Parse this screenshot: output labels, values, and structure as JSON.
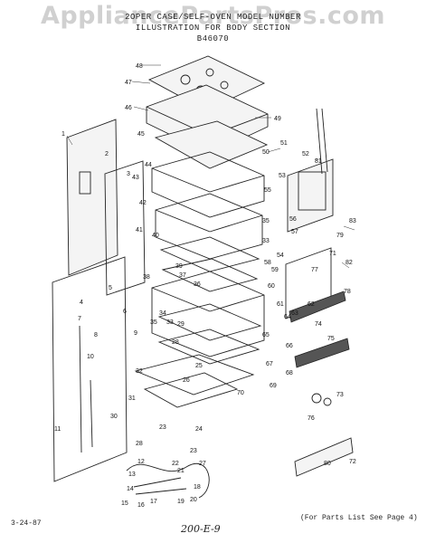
{
  "watermark": "AppliancePartsPros.com",
  "header": {
    "line1": "2OPER CASE/SELF-OVEN MODEL NUMBER",
    "line2": "ILLUSTRATION FOR BODY SECTION",
    "line3": "B46070"
  },
  "footer": {
    "date": "3-24-87",
    "signature": "200-E-9",
    "note": "(For Parts List See Page 4)"
  },
  "callouts": [
    "1",
    "2",
    "3",
    "4",
    "5",
    "6",
    "7",
    "8",
    "9",
    "10",
    "11",
    "12",
    "13",
    "14",
    "15",
    "16",
    "17",
    "18",
    "19",
    "20",
    "21",
    "22",
    "23",
    "24",
    "25",
    "26",
    "27",
    "28",
    "29",
    "30",
    "31",
    "32",
    "33",
    "34",
    "35",
    "36",
    "37",
    "38",
    "39",
    "40",
    "41",
    "42",
    "43",
    "44",
    "45",
    "46",
    "47",
    "48",
    "49",
    "50",
    "51",
    "52",
    "53",
    "54",
    "55",
    "56",
    "57",
    "58",
    "59",
    "60",
    "61",
    "62",
    "63",
    "64",
    "65",
    "66",
    "67",
    "68",
    "69",
    "70",
    "71",
    "72",
    "73",
    "74",
    "75",
    "76",
    "77",
    "78",
    "79",
    "80",
    "81",
    "82",
    "83"
  ]
}
